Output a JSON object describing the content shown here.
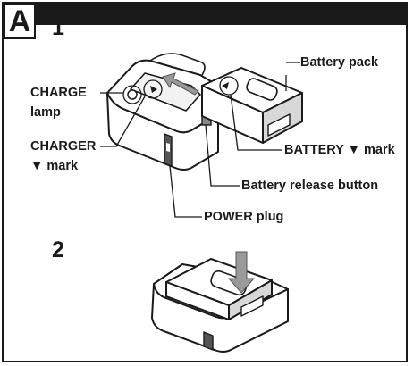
{
  "section_letter": "A",
  "steps": [
    "1",
    "2"
  ],
  "labels": {
    "battery_pack": "Battery pack",
    "charge_lamp_line1": "CHARGE",
    "charge_lamp_line2": "lamp",
    "charger_mark_line1": "CHARGER",
    "charger_mark_line2": "▼ mark",
    "battery_mark": "BATTERY ▼ mark",
    "release_button": "Battery release button",
    "power_plug": "POWER plug"
  }
}
